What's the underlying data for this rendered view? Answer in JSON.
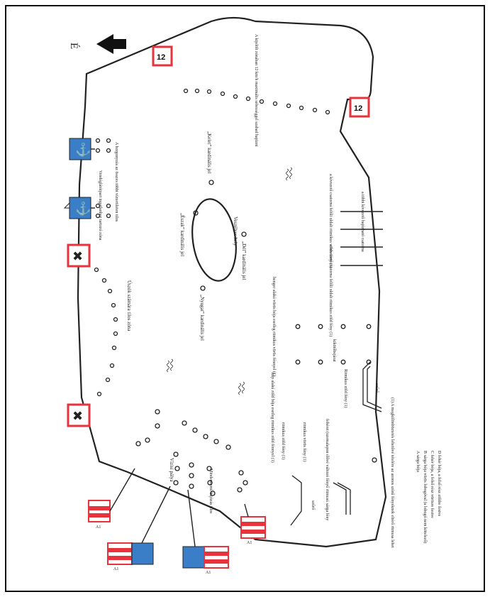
{
  "title_glyph": "É",
  "labels": {
    "horgony_tilos": "A horgonyzás az összes többi vízterületen tilos",
    "vendeglatoipari": "Vendéglátóipari ingatlanhoz tartozó zóna",
    "kelet": "„Kelet” kardinális jel",
    "eszak": "„Észak” kardinális jel",
    "nyugat": "„Nyugat” kardinális jel",
    "del": "„Dél” kardinális jel",
    "veszelyes": "Veszélyes hely",
    "kijelolt": "A kijelölt zónában 12 km/h maximális sebességgel szabad hajózni",
    "csatorna_voros": "a kívezető csatorna felőli oldalt ritmikus vörös fény (1)",
    "csatorna_tobbi": "a többi kívezető hajózható csatorna",
    "csatorna_zold": "a kívezető csatorna felőli oldalt ritmikus zöld fény (1)",
    "henger": "henger alakú vörös bója esetleg ritmikus vörös fénnyel (1)",
    "kikoto": "kikötőbejárat",
    "kup": "kúp alakú zöld bója esetleg ritmikus zöld fénnyel (1)",
    "ritmikus_zold_1": "Ritmikus zöld fény (1)",
    "ritmikus_zold_2": "ritmikus zöld fény (1)",
    "ritmikus_voros": "ritmikus vörös fény (1)",
    "feher_fenyek": "fehéret (szemalapon élővé változó fényű ritmusú sárga fény",
    "szuro": "szűrő",
    "megjegyzes": "(1) A megkülönböztetés lehetővé tételére az azonos színű fényeknek eltérő ritmusa lehet",
    "vizisi": "Vízisí pálya",
    "minden_hajozas": "Mindennemű hajózás tilos",
    "strand": "Úszók számára tilos zóna",
    "tabla_12": "12",
    "tabla_a1": "A1"
  },
  "legend": [
    "A  sárga bója",
    "B  sárga bója vörös lobogóval (a lobogó nem kötelező)",
    "C  fehér bója, a felső rész vörösre festve",
    "D  fehér bója, a felső rész zöldre festve"
  ],
  "buoy_letters": [
    "A",
    "B",
    "C"
  ],
  "colors": {
    "red": "#e8323c",
    "blue": "#3a7ec8",
    "ink": "#222222"
  }
}
